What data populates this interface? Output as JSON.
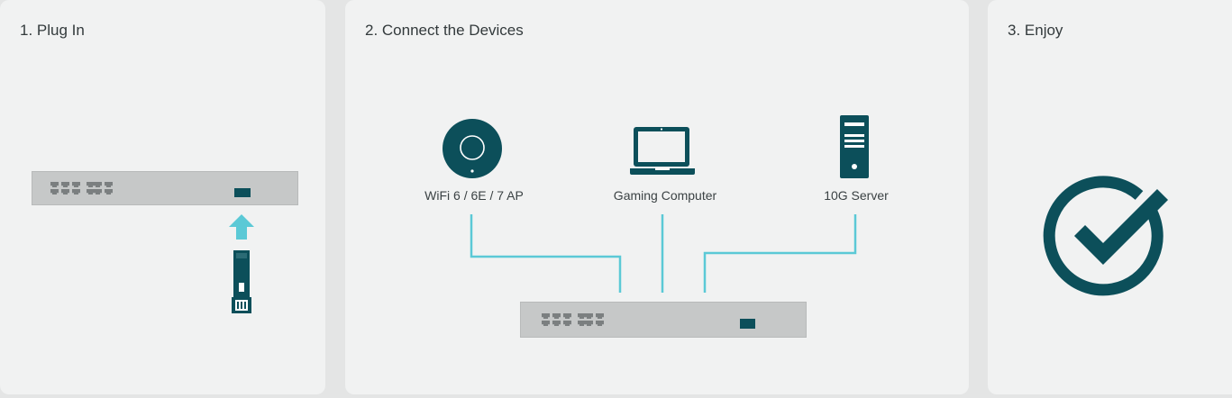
{
  "steps": [
    {
      "title": "1. Plug In"
    },
    {
      "title": "2. Connect the Devices"
    },
    {
      "title": "3. Enjoy"
    }
  ],
  "devices": [
    {
      "label": "WiFi 6 / 6E / 7 AP",
      "icon": "access-point-icon"
    },
    {
      "label": "Gaming Computer",
      "icon": "laptop-icon"
    },
    {
      "label": "10G Server",
      "icon": "server-icon"
    }
  ],
  "colors": {
    "brand_dark": "#0c4f5a",
    "cable": "#5bc9d6",
    "arrow": "#5bc9d6",
    "switch_body": "#c6c8c8",
    "port": "#7b7f80"
  }
}
